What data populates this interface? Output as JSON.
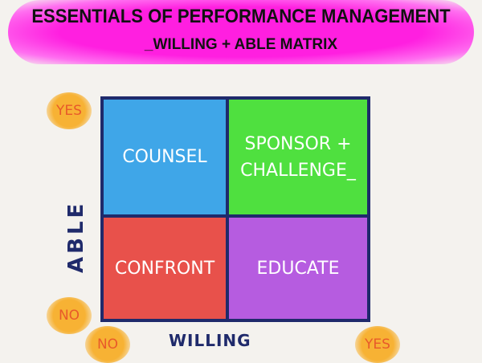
{
  "title": {
    "line1": "ESSENTIALS OF PERFORMANCE MANAGEMENT",
    "line2": "_WILLING + ABLE MATRIX"
  },
  "axes": {
    "y_label": "ABLE",
    "x_label": "WILLING",
    "y_high": "YES",
    "y_low": "NO",
    "x_low": "NO",
    "x_high": "YES"
  },
  "quadrants": {
    "top_left": {
      "label": "COUNSEL",
      "color": "#3fa6e8"
    },
    "top_right": {
      "label": "SPONSOR + CHALLENGE_",
      "color": "#4fe03f"
    },
    "bottom_left": {
      "label": "CONFRONT",
      "color": "#e8514b"
    },
    "bottom_right": {
      "label": "EDUCATE",
      "color": "#b65ce0"
    }
  },
  "colors": {
    "banner": "#ff1fe0",
    "grid_border": "#1f2a6b",
    "marker": "#f7b234"
  }
}
